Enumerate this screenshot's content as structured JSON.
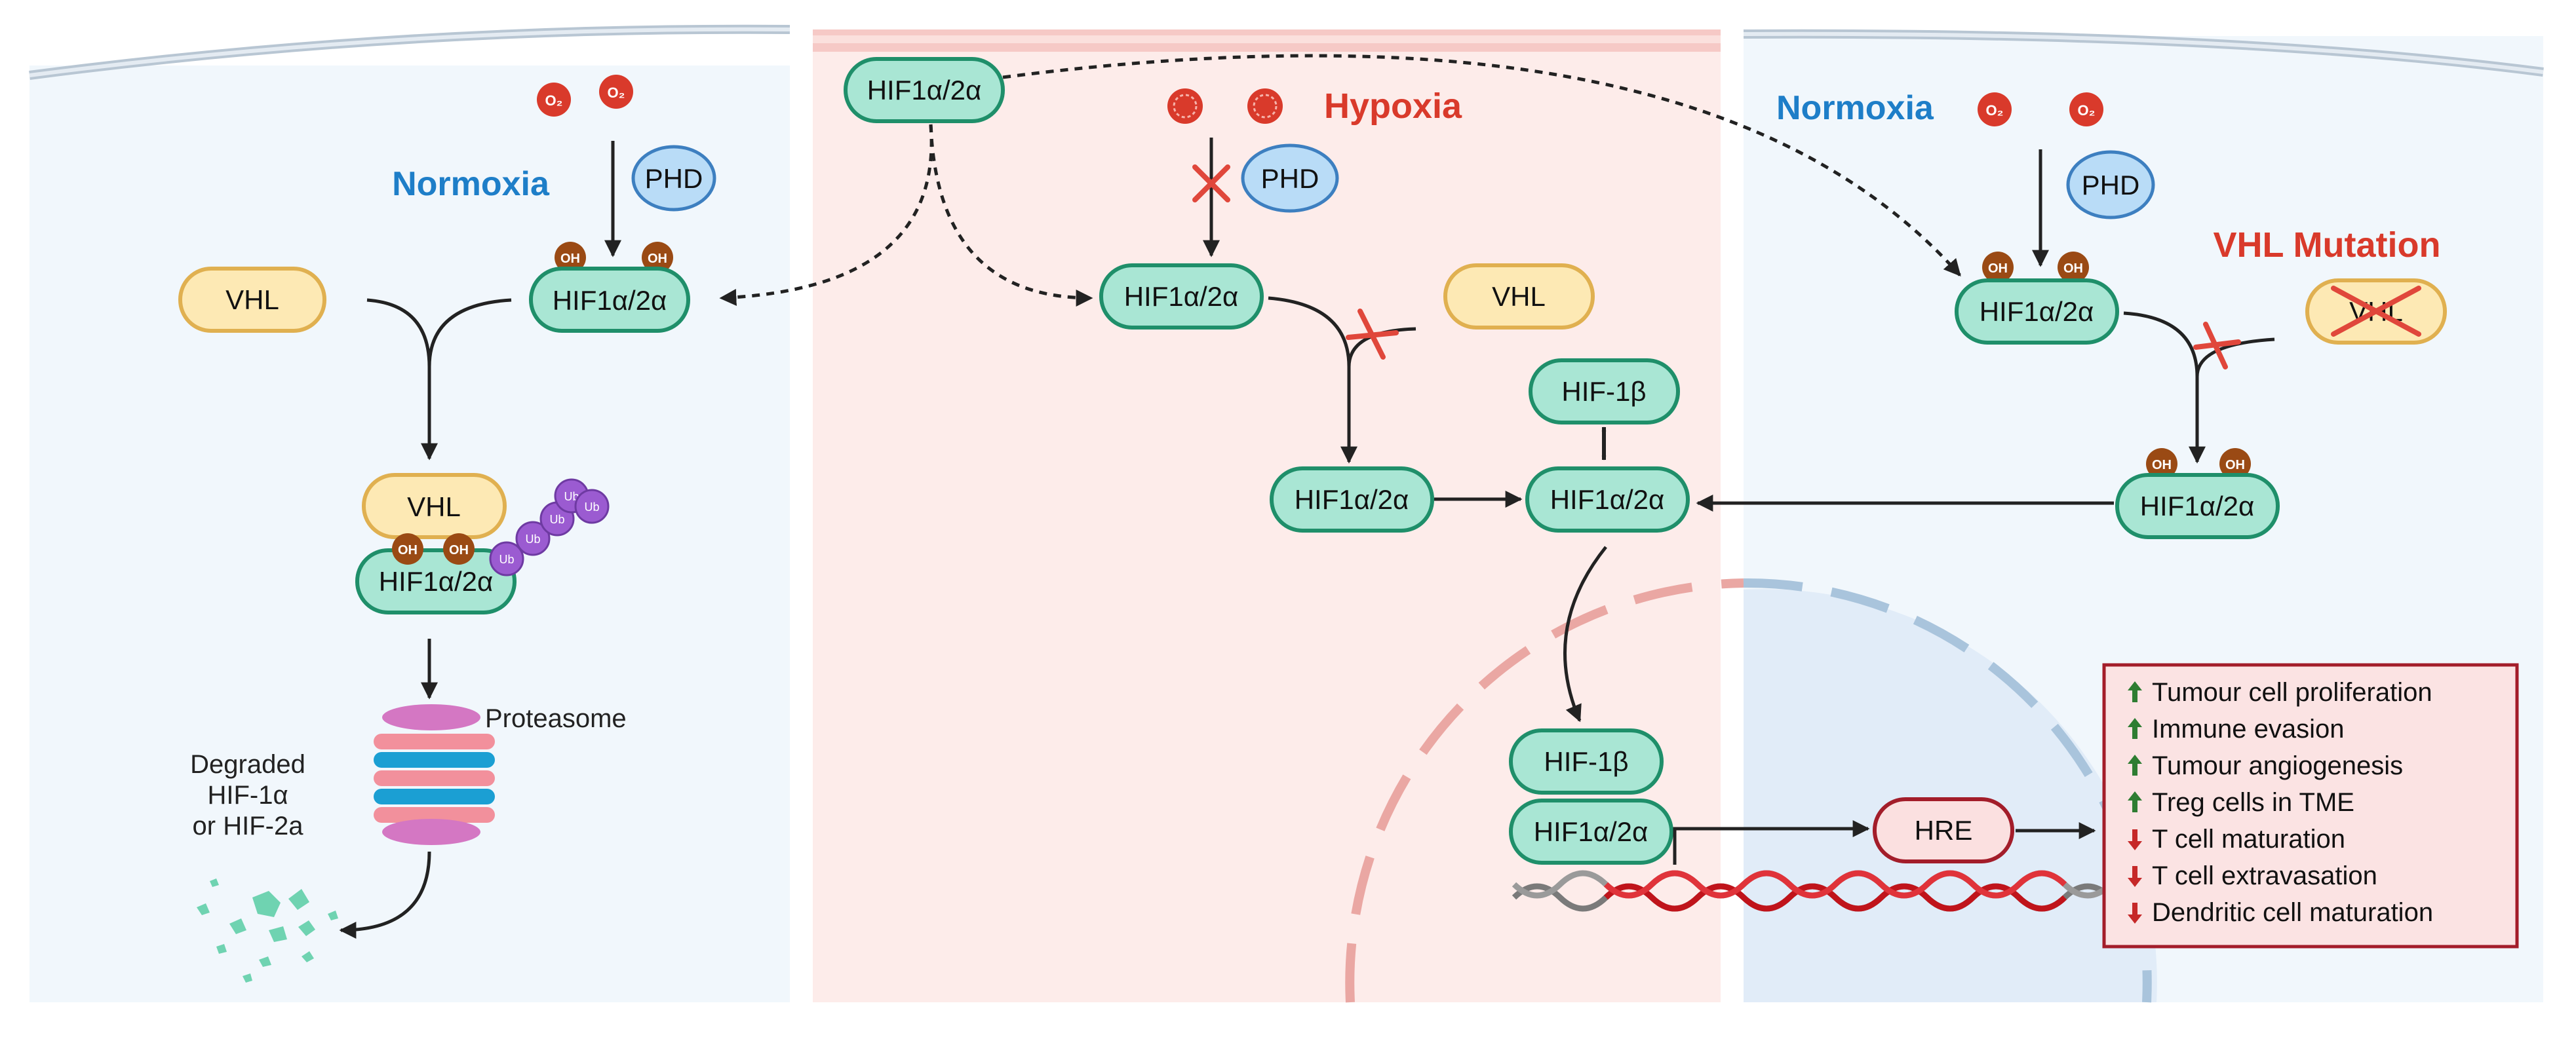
{
  "left_panel": {
    "condition_label": "Normoxia",
    "o2_labels": [
      "O₂",
      "O₂"
    ],
    "phd_label": "PHD",
    "oh_label": "OH",
    "hif_label": "HIF1α/2α",
    "vhl_label": "VHL",
    "complex_vhl_label": "VHL",
    "complex_hif_label": "HIF1α/2α",
    "ub_label": "Ub",
    "proteasome_label": "Proteasome",
    "degraded_lines": [
      "Degraded",
      "HIF-1α",
      "or HIF-2a"
    ]
  },
  "middle_panel": {
    "source_hif_label": "HIF1α/2α",
    "condition_label": "Hypoxia",
    "phd_label": "PHD",
    "hif_label": "HIF1α/2α",
    "vhl_label": "VHL",
    "hif_lower_label": "HIF1α/2α",
    "hif1b_label": "HIF-1β",
    "hif_center_label": "HIF1α/2α",
    "nuclear_hif1b_label": "HIF-1β",
    "nuclear_hif_label": "HIF1α/2α",
    "hre_label": "HRE"
  },
  "right_panel": {
    "condition_label": "Normoxia",
    "o2_labels": [
      "O₂",
      "O₂"
    ],
    "phd_label": "PHD",
    "oh_label": "OH",
    "hif_label": "HIF1α/2α",
    "mutation_label": "VHL Mutation",
    "vhl_label": "VHL",
    "hif_lower_label": "HIF1α/2α"
  },
  "effects": {
    "items": [
      {
        "direction": "up",
        "text": "Tumour cell proliferation"
      },
      {
        "direction": "up",
        "text": "Immune evasion"
      },
      {
        "direction": "up",
        "text": "Tumour angiogenesis"
      },
      {
        "direction": "up",
        "text": "Treg cells in TME"
      },
      {
        "direction": "down",
        "text": "T cell maturation"
      },
      {
        "direction": "down",
        "text": "T cell extravasation"
      },
      {
        "direction": "down",
        "text": "Dendritic cell maturation"
      }
    ]
  },
  "colors": {
    "hif_fill": "#a9e6d4",
    "hif_stroke": "#1f8f6a",
    "vhl_fill": "#fde9b4",
    "vhl_stroke": "#e0b050",
    "phd_fill": "#b9dcf7",
    "phd_stroke": "#3d7fc0",
    "oh_fill": "#9a4a14",
    "o2_fill": "#d93a2b",
    "ub_fill": "#9b5bd1",
    "normoxia_text": "#1e7ec8",
    "hypoxia_text": "#d93a2b",
    "up_arrow": "#2e7d32",
    "down_arrow": "#c62828"
  }
}
